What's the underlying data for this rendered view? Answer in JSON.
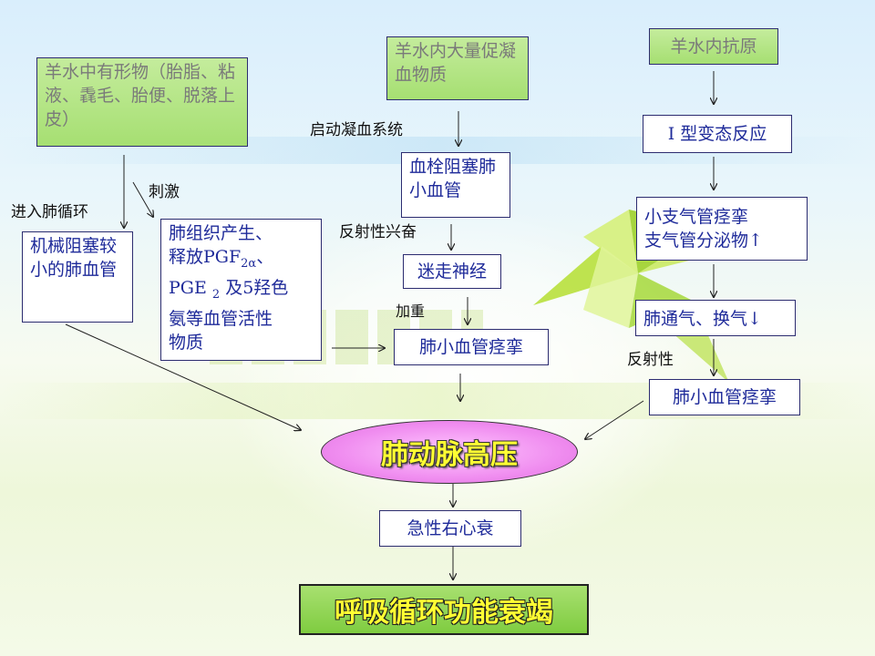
{
  "nodes": {
    "amniotic_particles": "羊水中有形物（胎脂、粘液、毳毛、胎便、脱落上皮）",
    "mechanical_block": "机械阻塞较小的肺血管",
    "lung_release_a": "肺组织产生、",
    "lung_release_b": "释放PGF",
    "lung_release_sub": "2α",
    "lung_release_c": "、",
    "lung_release_d": "PGE ",
    "lung_release_sub2": "2",
    "lung_release_e": " 及5羟色",
    "lung_release_f": "氨等血管活性",
    "lung_release_g": "物质",
    "procoagulant": "羊水内大量促凝血物质",
    "thrombus": "血栓阻塞肺小血管",
    "vagus": "迷走神经",
    "spasm_mid": "肺小血管痉挛",
    "antigen": "羊水内抗原",
    "type1": "Ⅰ 型变态反应",
    "bronchospasm_a": "小支气管痉挛",
    "bronchospasm_b": "支气管分泌物↑",
    "ventilation": "肺通气、换气↓",
    "spasm_right": "肺小血管痉挛",
    "hypertension": "肺动脉高压",
    "heart_failure": "急性右心衰",
    "final": "呼吸循环功能衰竭"
  },
  "labels": {
    "enter_circulation": "进入肺循环",
    "stimulate": "刺激",
    "activate_coag": "启动凝血系统",
    "reflex_excite": "反射性兴奋",
    "aggravate": "加重",
    "reflexive": "反射性"
  },
  "colors": {
    "green_box": "#a6df72",
    "ellipse": "#f08ef0",
    "highlight_text": "#ffff33",
    "box_text": "#1f2b9a"
  }
}
